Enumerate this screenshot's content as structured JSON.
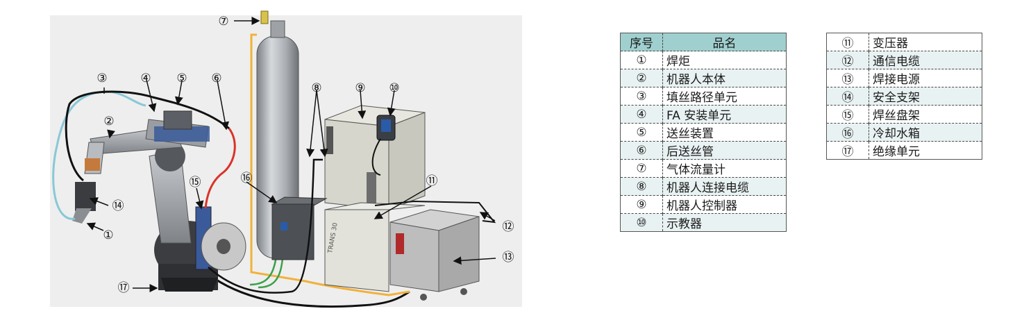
{
  "callouts": [
    "①",
    "②",
    "③",
    "④",
    "⑤",
    "⑥",
    "⑦",
    "⑧",
    "⑨",
    "⑩",
    "⑪",
    "⑫",
    "⑬",
    "⑭",
    "⑮",
    "⑯",
    "⑰"
  ],
  "machine_text": "TRANS 30",
  "parts_table_left": {
    "header": {
      "no": "序号",
      "name": "品名"
    },
    "rows": [
      {
        "no": "①",
        "name": "焊炬"
      },
      {
        "no": "②",
        "name": "机器人本体"
      },
      {
        "no": "③",
        "name": "填丝路径单元"
      },
      {
        "no": "④",
        "name": "FA 安装单元"
      },
      {
        "no": "⑤",
        "name": "送丝装置"
      },
      {
        "no": "⑥",
        "name": "后送丝管"
      },
      {
        "no": "⑦",
        "name": "气体流量计"
      },
      {
        "no": "⑧",
        "name": "机器人连接电缆"
      },
      {
        "no": "⑨",
        "name": "机器人控制器"
      },
      {
        "no": "⑩",
        "name": "示教器"
      }
    ]
  },
  "parts_table_right": {
    "rows": [
      {
        "no": "⑪",
        "name": "变压器"
      },
      {
        "no": "⑫",
        "name": "通信电缆"
      },
      {
        "no": "⑬",
        "name": "焊接电源"
      },
      {
        "no": "⑭",
        "name": "安全支架"
      },
      {
        "no": "⑮",
        "name": "焊丝盘架"
      },
      {
        "no": "⑯",
        "name": "冷却水箱"
      },
      {
        "no": "⑰",
        "name": "绝缘单元"
      }
    ]
  }
}
